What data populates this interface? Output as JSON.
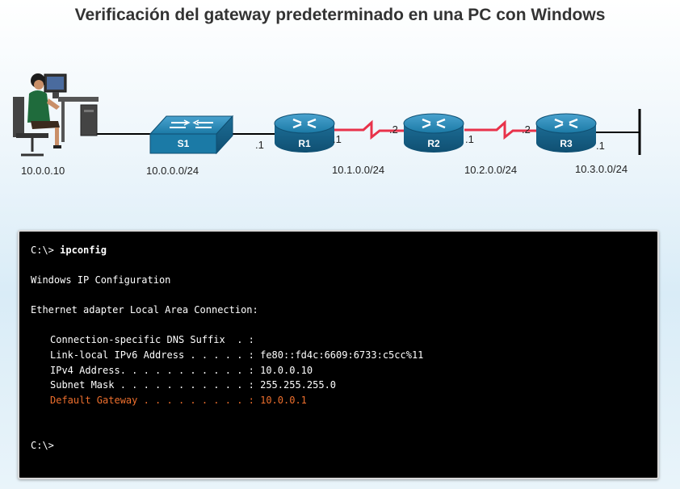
{
  "title": "Verificación del gateway predeterminado en una PC con Windows",
  "topology": {
    "pc_ip": "10.0.0.10",
    "switch": "S1",
    "routers": [
      "R1",
      "R2",
      "R3"
    ],
    "networks": [
      "10.0.0.0/24",
      "10.1.0.0/24",
      "10.2.0.0/24",
      "10.3.0.0/24"
    ],
    "interfaces": {
      "r1_lan": ".1",
      "r1_wan": ".1",
      "r2_left": ".2",
      "r2_right": ".1",
      "r3_left": ".2",
      "r3_lan": ".1"
    }
  },
  "terminal": {
    "prompt": "C:\\>",
    "command": "ipconfig",
    "header": "Windows IP Configuration",
    "adapter": "Ethernet adapter Local Area Connection:",
    "lines": [
      {
        "label": "Connection-specific DNS Suffix  . :",
        "value": ""
      },
      {
        "label": "Link-local IPv6 Address . . . . . :",
        "value": "fe80::fd4c:6609:6733:c5cc%11"
      },
      {
        "label": "IPv4 Address. . . . . . . . . . . :",
        "value": "10.0.0.10"
      },
      {
        "label": "Subnet Mask . . . . . . . . . . . :",
        "value": "255.255.255.0"
      },
      {
        "label": "Default Gateway . . . . . . . . . :",
        "value": "10.0.0.1"
      }
    ],
    "final_prompt": "C:\\>"
  },
  "colors": {
    "highlight": "#ee6f2d",
    "serial_link": "#e8324a",
    "device_blue": "#1b7aa6"
  }
}
